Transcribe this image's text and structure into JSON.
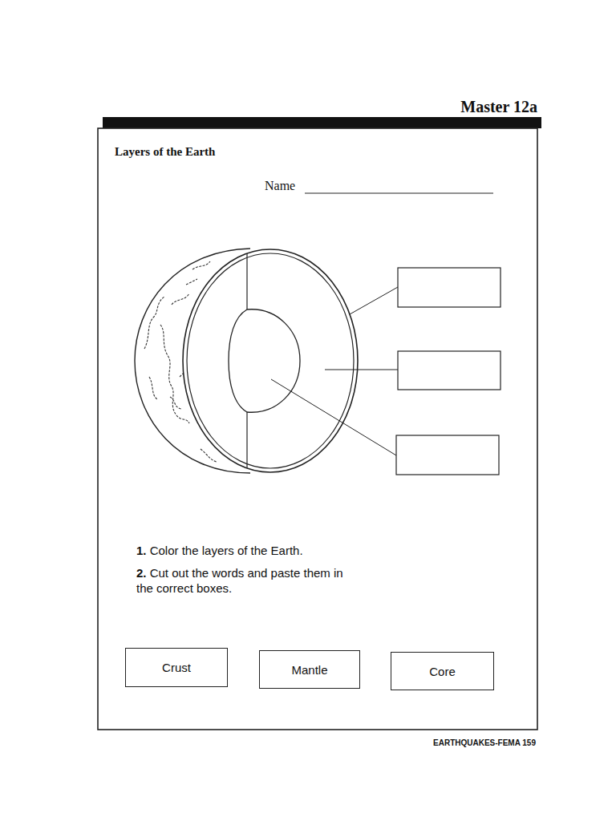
{
  "diagram": {
    "title": "Layers of the Earth",
    "nodes": [
      {
        "text": [
          "Crust"
        ]
      },
      {
        "text": [
          "Mantle"
        ]
      },
      {
        "text": [
          "Core"
        ]
      }
    ],
    "labels": [
      "Master 12a",
      "Name",
      "1.",
      "Color the layers of the Earth.",
      "2.",
      "Cut out the words and paste them in the correct boxes.",
      "EARTHQUAKES-FEMA 159"
    ]
  }
}
